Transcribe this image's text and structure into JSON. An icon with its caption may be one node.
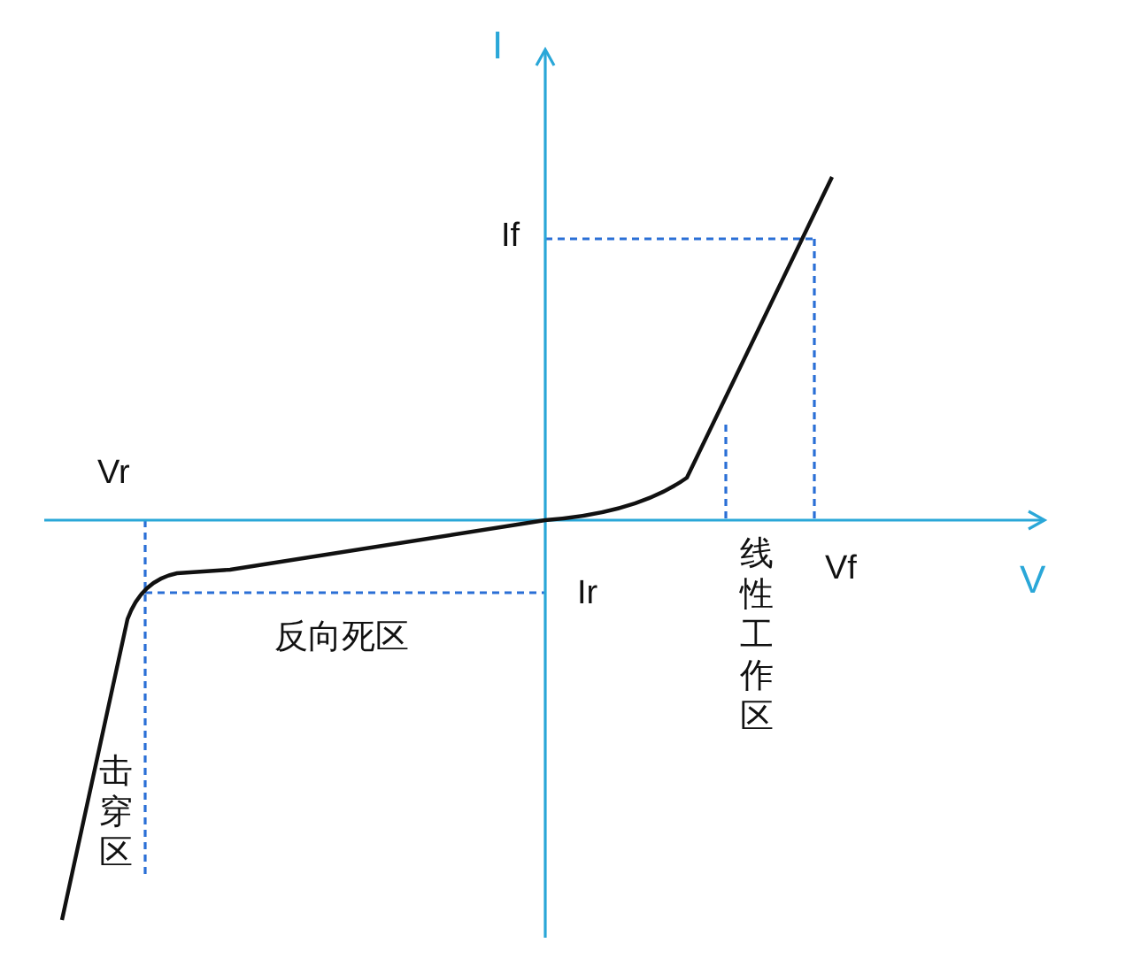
{
  "diagram": {
    "labels": [
      "I",
      "If",
      "Vr",
      "Vf",
      "V",
      "Ir",
      "反向死区",
      "线性工作区",
      "击穿区"
    ]
  }
}
